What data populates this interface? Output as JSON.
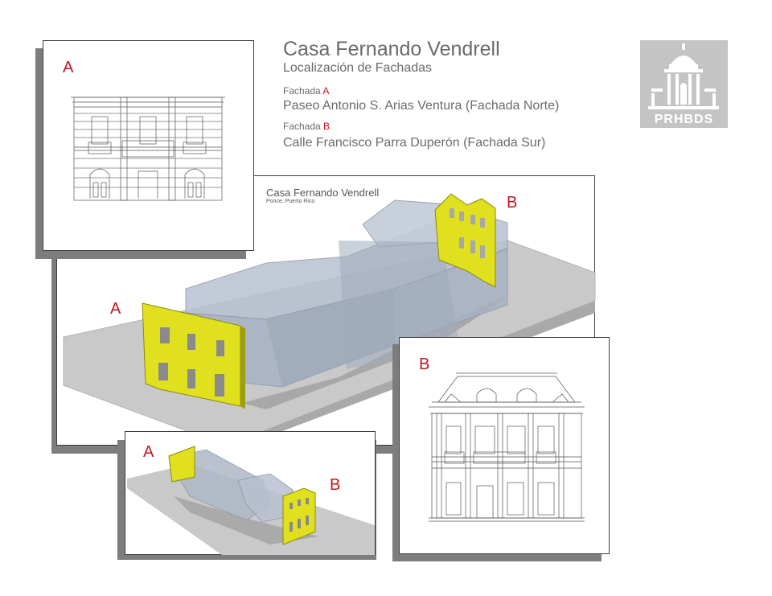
{
  "header": {
    "title": "Casa Fernando Vendrell",
    "subtitle": "Localización de Fachadas",
    "facade_a_label": "Fachada",
    "facade_a_letter": "A",
    "facade_a_desc": "Paseo Antonio S. Arias Ventura (Fachada Norte)",
    "facade_b_label": "Fachada",
    "facade_b_letter": "B",
    "facade_b_desc": "Calle Francisco Parra Duperón (Fachada Sur)"
  },
  "logo": {
    "text": "PRHBDS"
  },
  "main_view": {
    "title": "Casa Fernando Vendrell",
    "subtitle": "Ponce, Puerto Rico",
    "label_a": "A",
    "label_b": "B"
  },
  "elevation_a": {
    "label": "A"
  },
  "elevation_b": {
    "label": "B"
  },
  "small_view": {
    "label_a": "A",
    "label_b": "B"
  },
  "colors": {
    "facade": "#e0e01e",
    "label": "#c8141c",
    "ground": "#c9c9c9",
    "glass": "#aeb8c6"
  }
}
